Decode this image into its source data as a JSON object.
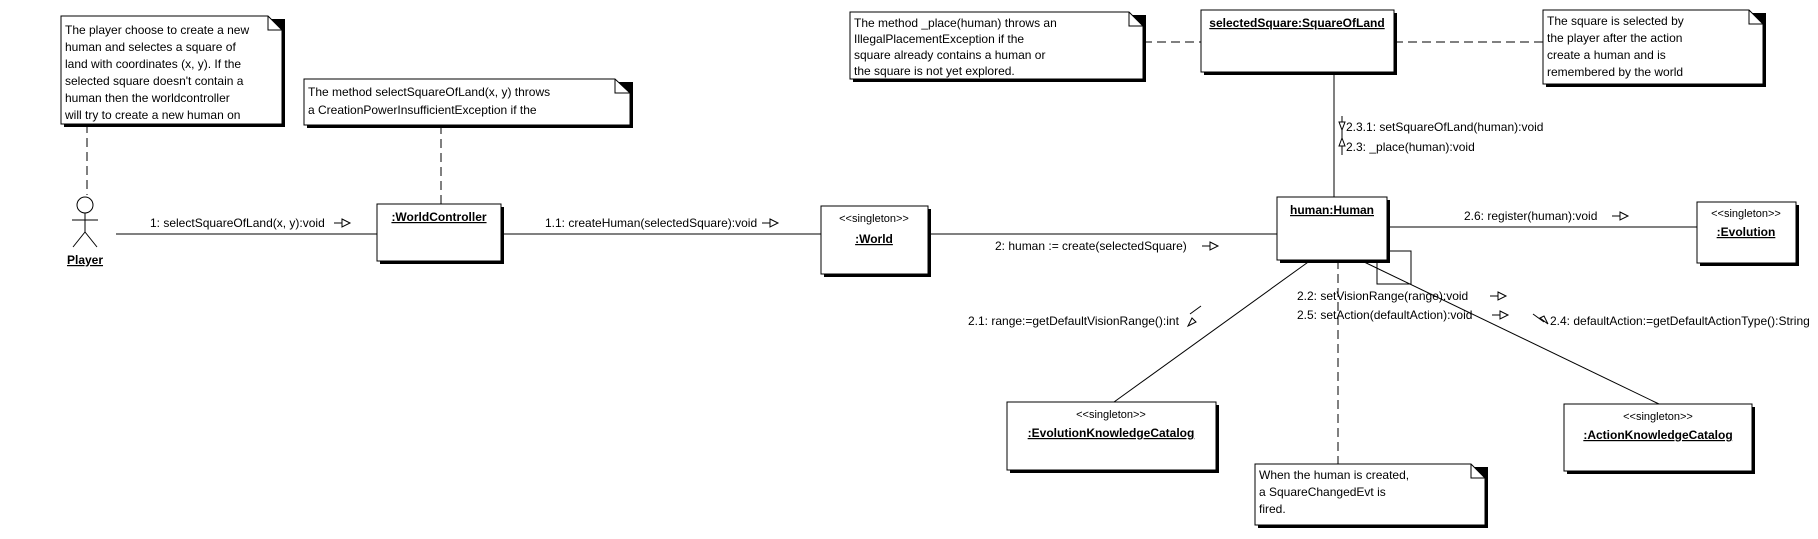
{
  "notes": {
    "player_note": [
      "The player choose to create a new",
      "human and selectes a square of",
      "land with coordinates (x, y). If the",
      "selected square doesn't contain a",
      "human then the worldcontroller",
      "will try to create a new human on"
    ],
    "controller_note": [
      "The method selectSquareOfLand(x, y) throws",
      "a CreationPowerInsufficientException if the"
    ],
    "place_note": [
      "The method _place(human) throws an",
      "IllegalPlacementException if the",
      "square already contains a human or",
      "the square is not yet explored."
    ],
    "square_note": [
      "The square is selected by",
      "the player after the action",
      "create a human and is",
      "remembered by the world"
    ],
    "event_note": [
      "When the human is created,",
      "a SquareChangedEvt is",
      "fired."
    ]
  },
  "actor": {
    "label": "Player"
  },
  "objects": {
    "world_controller": {
      "name": ":WorldController"
    },
    "world": {
      "stereotype": "<<singleton>>",
      "name": ":World"
    },
    "human": {
      "name": "human:Human"
    },
    "square": {
      "name": "selectedSquare:SquareOfLand"
    },
    "evolution": {
      "stereotype": "<<singleton>>",
      "name": ":Evolution"
    },
    "evo_catalog": {
      "stereotype": "<<singleton>>",
      "name": ":EvolutionKnowledgeCatalog"
    },
    "action_catalog": {
      "stereotype": "<<singleton>>",
      "name": ":ActionKnowledgeCatalog"
    }
  },
  "messages": {
    "m1": "1: selectSquareOfLand(x, y):void",
    "m1_1": "1.1: createHuman(selectedSquare):void",
    "m2": "2: human := create(selectedSquare)",
    "m2_1": "2.1: range:=getDefaultVisionRange():int",
    "m2_2": "2.2: setVisionRange(range):void",
    "m2_3": "2.3: _place(human):void",
    "m2_3_1": "2.3.1: setSquareOfLand(human):void",
    "m2_4": "2.4: defaultAction:=getDefaultActionType():String",
    "m2_5": "2.5: setAction(defaultAction):void",
    "m2_6": "2.6: register(human):void"
  }
}
